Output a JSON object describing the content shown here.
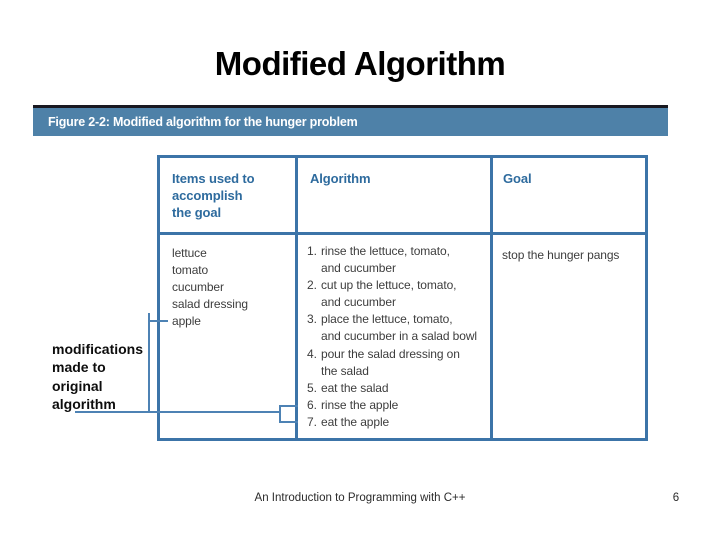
{
  "slide": {
    "title": "Modified Algorithm",
    "footer_text": "An Introduction to Programming with C++",
    "page_number": "6"
  },
  "figure": {
    "caption": "Figure 2-2: Modified algorithm for the hunger problem",
    "annotation_label": "modifications\nmade to\noriginal\nalgorithm",
    "table": {
      "col1_header": "Items used to\naccomplish\nthe goal",
      "col2_header": "Algorithm",
      "col3_header": "Goal",
      "items": [
        "lettuce",
        "tomato",
        "cucumber",
        "salad dressing",
        "apple"
      ],
      "steps": [
        {
          "num": "1.",
          "text": "rinse the lettuce, tomato,\nand cucumber"
        },
        {
          "num": "2.",
          "text": "cut up the lettuce, tomato,\nand cucumber"
        },
        {
          "num": "3.",
          "text": "place the lettuce, tomato,\nand cucumber in a salad bowl"
        },
        {
          "num": "4.",
          "text": "pour the salad dressing on\nthe salad"
        },
        {
          "num": "5.",
          "text": "eat the salad"
        },
        {
          "num": "6.",
          "text": "rinse the apple"
        },
        {
          "num": "7.",
          "text": "eat the apple"
        }
      ],
      "goal": "stop the hunger pangs"
    },
    "colors": {
      "banner_background": "#4e81a8",
      "banner_top_edge": "#181820",
      "table_border": "#3c74a8",
      "header_text": "#2e6b9e",
      "callout_line": "#4d82b4"
    }
  }
}
